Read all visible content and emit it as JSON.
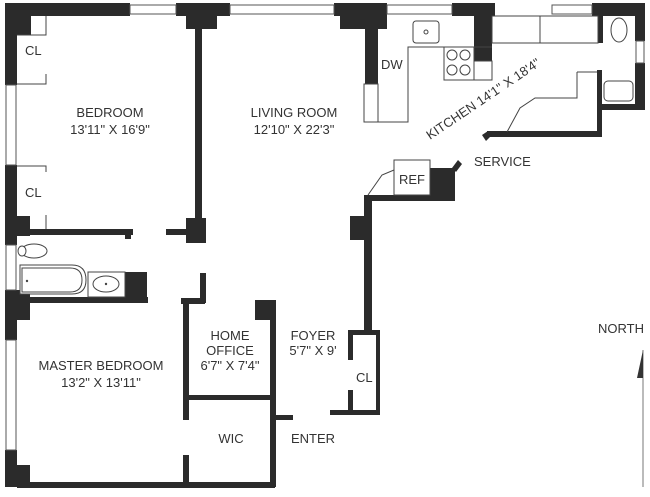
{
  "rooms": {
    "bedroom": {
      "name": "BEDROOM",
      "dims": "13'11\" X 16'9\""
    },
    "living": {
      "name": "LIVING ROOM",
      "dims": "12'10\" X 22'3\""
    },
    "kitchen": {
      "label": "KITCHEN 14'1\" X 18'4\""
    },
    "master": {
      "name": "MASTER BEDROOM",
      "dims": "13'2\" X 13'11\""
    },
    "office": {
      "name1": "HOME",
      "name2": "OFFICE",
      "dims": "6'7\" X 7'4\""
    },
    "foyer": {
      "name": "FOYER",
      "dims": "5'7\" X 9'"
    },
    "wic": {
      "name": "WIC"
    }
  },
  "labels": {
    "closet": "CL",
    "dw": "DW",
    "ref": "REF",
    "service": "SERVICE",
    "enter": "ENTER",
    "north": "NORTH"
  }
}
